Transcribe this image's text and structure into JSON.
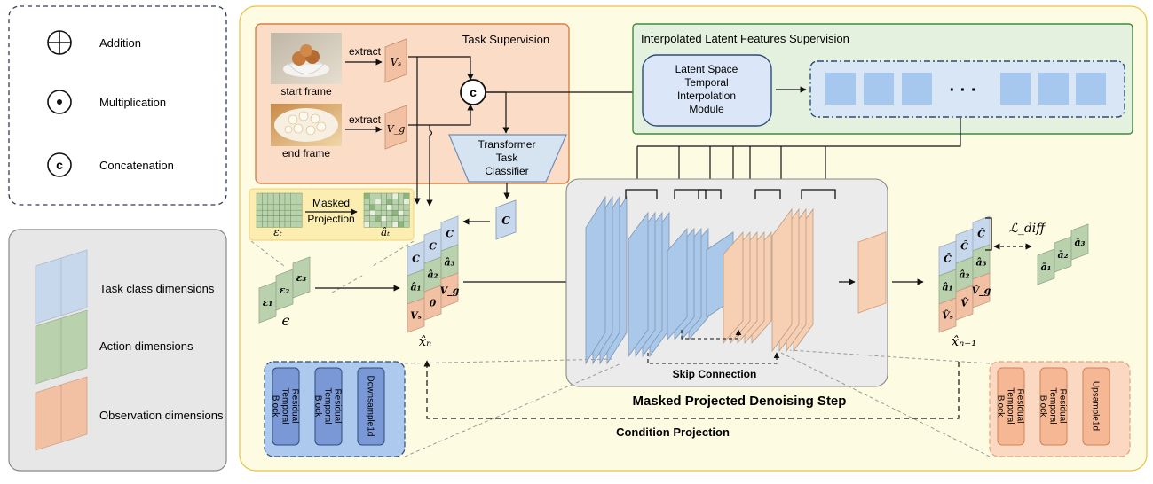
{
  "legend": {
    "symbols": [
      {
        "name": "addition",
        "icon": "circle-plus-icon",
        "label": "Addition"
      },
      {
        "name": "multiplication",
        "icon": "circle-dot-icon",
        "label": "Multiplication"
      },
      {
        "name": "concatenation",
        "icon": "circle-c-icon",
        "symbol": "c",
        "label": "Concatenation"
      }
    ],
    "dimensions": [
      {
        "label": "Task class dimensions",
        "color": "#c8d8ec"
      },
      {
        "label": "Action dimensions",
        "color": "#b9d1ad"
      },
      {
        "label": "Observation dimensions",
        "color": "#f2c0a2"
      }
    ]
  },
  "task_supervision": {
    "title": "Task Supervision",
    "start_label": "start frame",
    "end_label": "end frame",
    "extract": "extract",
    "vs": "Vₛ",
    "vg": "V_g",
    "concat_symbol": "c",
    "classifier": [
      "Transformer",
      "Task",
      "Classifier"
    ],
    "class_token": "C"
  },
  "interp": {
    "title": "Interpolated Latent Features Supervision",
    "module": [
      "Latent Space",
      "Temporal",
      "Interpolation",
      "Module"
    ],
    "dots": "· · ·"
  },
  "masked": {
    "label_top": "Masked",
    "label_bottom": "Projection",
    "eps_t": "εₜ",
    "a_t": "âₜ"
  },
  "noise": {
    "cells": [
      "ε₁",
      "ε₂",
      "ε₃"
    ],
    "label": "ϵ"
  },
  "xn": {
    "label": "x̂ₙ",
    "rows": [
      [
        "C",
        "C",
        "C"
      ],
      [
        "â₁",
        "â₂",
        "â₃"
      ],
      [
        "Vₛ",
        "0",
        "V_g"
      ]
    ]
  },
  "xn1": {
    "label": "x̂ₙ₋₁",
    "rows": [
      [
        "Ĉ",
        "Ĉ",
        "Ĉ"
      ],
      [
        "â₁",
        "â₂",
        "â₃"
      ],
      [
        "V̂ₛ",
        "V̂",
        "V̂_g"
      ]
    ],
    "loss": "ℒ_diff"
  },
  "target_actions": [
    "ā₁",
    "ā₂",
    "ā₃"
  ],
  "denoise": {
    "skip": "Skip Connection",
    "title": "Masked Projected Denoising Step",
    "condition": "Condition Projection"
  },
  "down_blocks": [
    "Residual Temporal Block",
    "Residual Temporal Block",
    "Downsample1d"
  ],
  "up_blocks": [
    "Residual Temporal Block",
    "Residual Temporal Block",
    "Upsample1d"
  ],
  "colors": {
    "task": "#c8d8ec",
    "action": "#b9d1ad",
    "obs": "#f2c0a2",
    "enc": "#a9c8ea",
    "dec": "#f7cfb2",
    "main_bg": "#fefbe3",
    "main_border": "#e9c23f",
    "task_bg": "#fbdcc7",
    "task_border": "#d88045",
    "interp_bg": "#e4f1de",
    "interp_border": "#3f8a3f"
  }
}
